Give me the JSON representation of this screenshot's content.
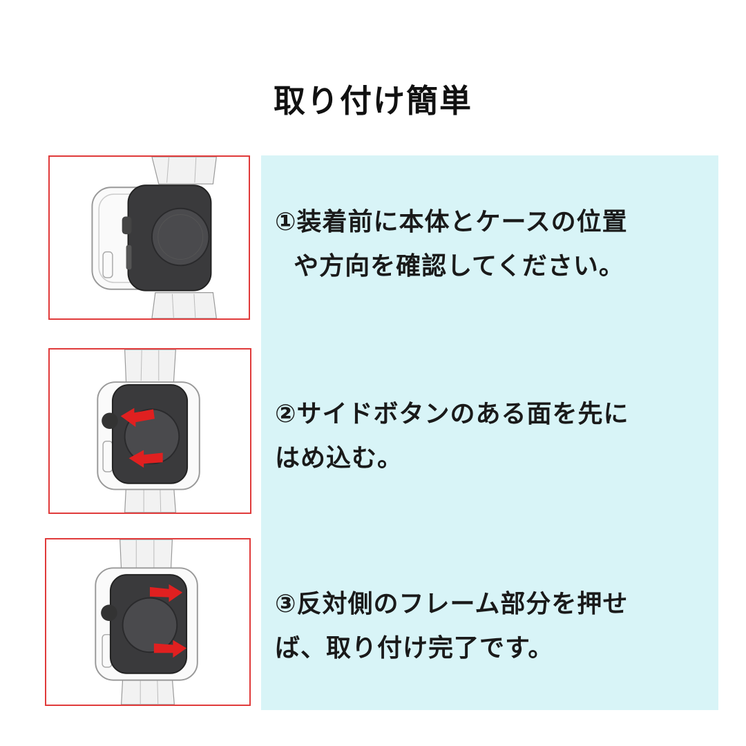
{
  "title": "取り付け簡単",
  "steps": [
    {
      "lines": [
        "①装着前に本体とケースの位置",
        "  や方向を確認してください。"
      ],
      "image_icon": "watch-behind-case-icon"
    },
    {
      "lines": [
        "②サイドボタンのある面を先に",
        "はめ込む。"
      ],
      "image_icon": "watch-insert-side-icon"
    },
    {
      "lines": [
        "③反対側のフレーム部分を押せ",
        "ば、取り付け完了です。"
      ],
      "image_icon": "watch-press-frame-icon"
    }
  ],
  "colors": {
    "panel_bg": "#d8f4f7",
    "frame_border": "#e03a3a",
    "arrow": "#e02020",
    "watch_body": "#3a3a3c"
  }
}
